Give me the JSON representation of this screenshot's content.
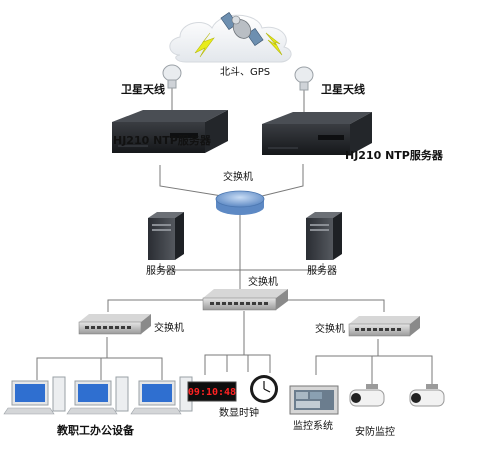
{
  "labels": {
    "gps": "北斗、GPS",
    "antenna_left": "卫星天线",
    "antenna_right": "卫星天线",
    "ntp_left": "HJ210 NTP服务器",
    "ntp_right": "HJ210 NTP服务器",
    "core_switch": "交换机",
    "server_left": "服务器",
    "server_right": "服务器",
    "distribution_switch": "交换机",
    "switch_left": "交换机",
    "switch_right": "交换机",
    "office_equipment": "教职工办公设备",
    "digital_clock": "数显时钟",
    "monitoring_system": "监控系统",
    "security_monitoring": "安防监控"
  },
  "clock_display": "09:10:48",
  "colors": {
    "line": "#7a7a7a",
    "lightning": "#e8ec1a",
    "core_switch": "#7fa7dc",
    "server_dark": "#1c1f24",
    "device_gray": "#c8c8c8",
    "led_red": "#ff2222"
  }
}
